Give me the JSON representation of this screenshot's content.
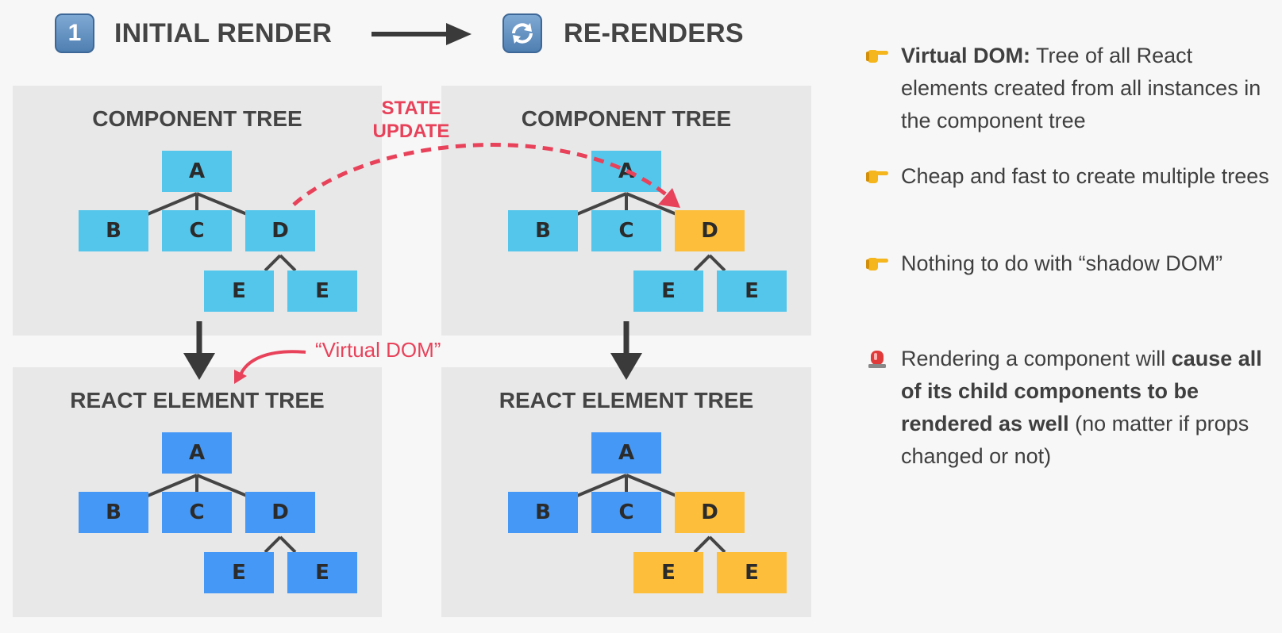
{
  "header": {
    "left": {
      "badge": "1",
      "badge_icon": "keycap-one-icon",
      "title": "INITIAL RENDER"
    },
    "right": {
      "badge_icon": "refresh-arrows-icon",
      "title": "RE-RENDERS"
    },
    "arrow_icon": "right-arrow-icon"
  },
  "panels": {
    "component_tree_title": "COMPONENT TREE",
    "element_tree_title": "REACT ELEMENT TREE"
  },
  "nodes": {
    "a": "A",
    "b": "B",
    "c": "C",
    "d": "D",
    "e": "E"
  },
  "annotations": {
    "state_update_line1": "STATE",
    "state_update_line2": "UPDATE",
    "virtual_dom": "“Virtual DOM”"
  },
  "colors": {
    "component_node": "#54c6ec",
    "element_node": "#4598f5",
    "updated_node": "#fdbf3b",
    "annotation": "#e8425a",
    "panel": "#e8e8e8",
    "text": "#444444"
  },
  "notes": {
    "item1": {
      "icon": "pointing-hand-icon",
      "bold": "Virtual DOM:",
      "text": " Tree of all React elements created from all instances in the component tree"
    },
    "item2": {
      "icon": "pointing-hand-icon",
      "text": "Cheap and fast to create multiple trees"
    },
    "item3": {
      "icon": "pointing-hand-icon",
      "text": "Nothing to do with “shadow DOM”"
    },
    "item4": {
      "icon": "siren-light-icon",
      "text_before": "Rendering a component will ",
      "bold": "cause all of its child components to be rendered as well",
      "text_after": " (no matter if props changed or not)"
    }
  }
}
